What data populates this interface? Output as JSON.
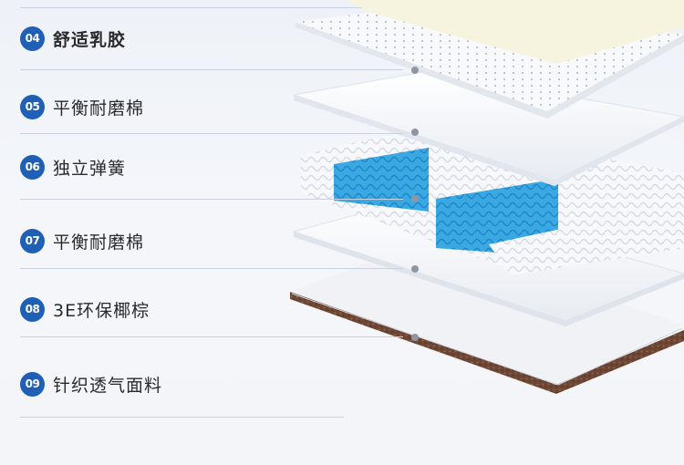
{
  "layers": [
    {
      "number": "04",
      "name": "舒适乳胶"
    },
    {
      "number": "05",
      "name": "平衡耐磨棉"
    },
    {
      "number": "06",
      "name": "独立弹簧"
    },
    {
      "number": "07",
      "name": "平衡耐磨棉"
    },
    {
      "number": "08",
      "name": "3E环保椰棕"
    },
    {
      "number": "09",
      "name": "针织透气面料"
    }
  ],
  "colors": {
    "badge": "#1f5fb5",
    "spring_blue": "#33a6e0",
    "coir": "#6b4330",
    "latex": "#f6f3df"
  }
}
